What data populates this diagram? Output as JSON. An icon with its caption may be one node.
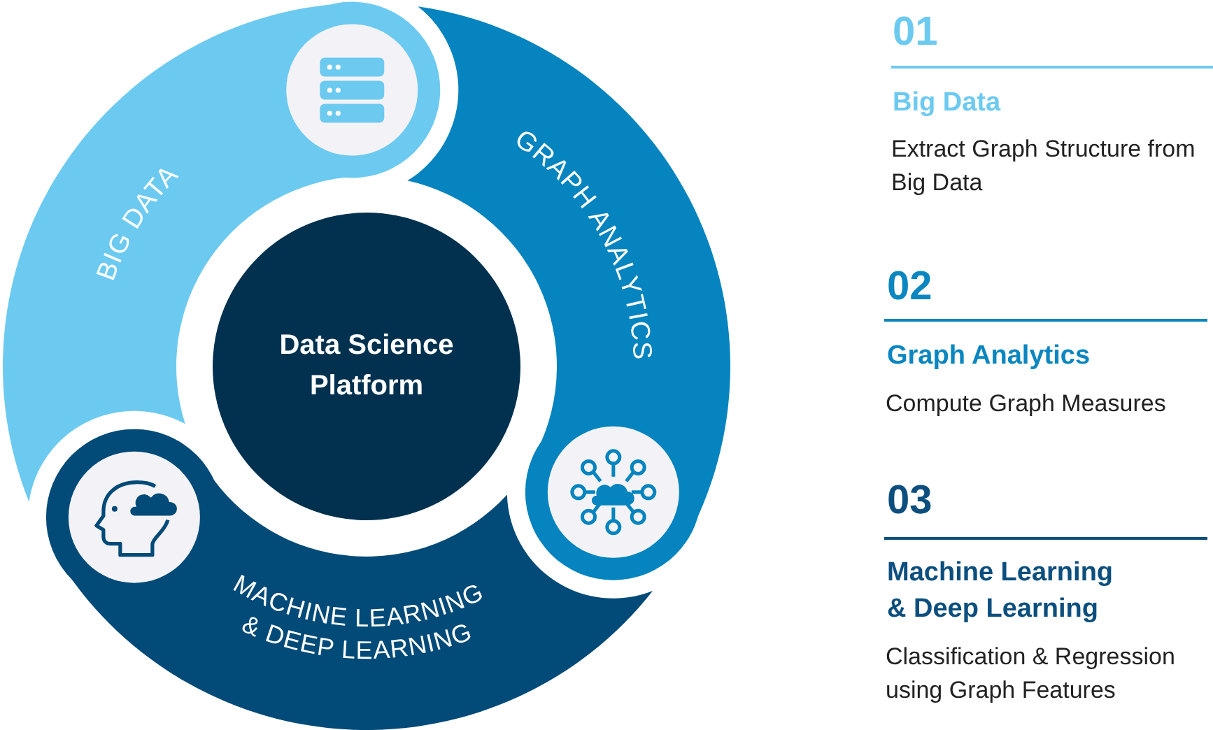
{
  "diagram": {
    "nodes": [
      {
        "text": [
          "Data Science Platform"
        ]
      },
      {
        "text": [
          "BIG DATA"
        ]
      },
      {
        "text": [
          "GRAPH ANALYTICS"
        ]
      },
      {
        "text": [
          "MACHINE LEARNING & DEEP LEARNING"
        ]
      }
    ],
    "labels": [
      "01",
      "Big Data",
      "Extract Graph Structure from Big Data",
      "02",
      "Graph Analytics",
      "Compute Graph Measures",
      "03",
      "Machine Learning & Deep Learning",
      "Classification & Regression using Graph Features"
    ]
  }
}
